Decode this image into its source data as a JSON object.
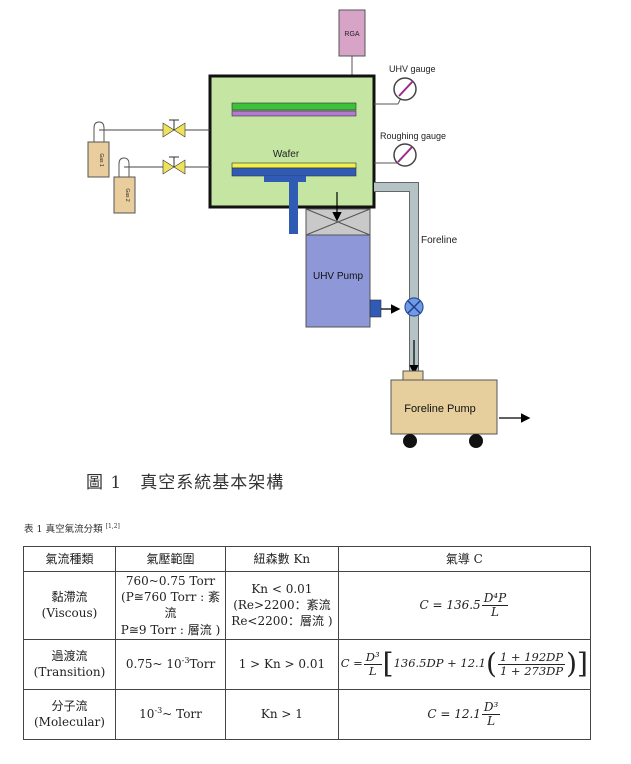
{
  "diagram": {
    "rga": "RGA",
    "uhv_gauge": "UHV gauge",
    "roughing_gauge": "Roughing gauge",
    "wafer": "Wafer",
    "foreline": "Foreline",
    "uhv_pump": "UHV Pump",
    "foreline_pump": "Foreline Pump",
    "gas1": "Gas 1",
    "gas2": "Gas 2",
    "colors": {
      "chamber": "#c5e5a3",
      "top_plate_green": "#3cc13a",
      "top_plate_purple": "#b27ad1",
      "wafer_yellow": "#f2ee4a",
      "wafer_blue": "#2f5bb5",
      "pump": "#8e98d8",
      "foreline_pump": "#e6cf9c",
      "rga": "#d7a3c7",
      "gas": "#e9cd9c",
      "pipe": "#b4c3c6"
    }
  },
  "figure_caption": "圖 1　真空系統基本架構",
  "table": {
    "caption": "表 1 真空氣流分類",
    "caption_ref": "[1,2]",
    "headers": [
      "氣流種類",
      "氣壓範圍",
      "紐森數 Kn",
      "氣導 C"
    ],
    "rows": [
      {
        "type_zh": "黏滯流",
        "type_en": "(Viscous)",
        "pressure_1": "760~0.75 Torr",
        "pressure_2": "(P≅760 Torr : 紊流",
        "pressure_3": "P≅9 Torr : 層流 )",
        "kn_1": "Kn < 0.01",
        "kn_2": "(Re>2200：紊流",
        "kn_3": "Re<2200：層流 )",
        "c_prefix": "C = 136.5",
        "c_num": "D⁴P",
        "c_den": "L"
      },
      {
        "type_zh": "過渡流",
        "type_en": "(Transition)",
        "pressure_base": "0.75~ 10",
        "pressure_exp": "-3",
        "pressure_unit": "Torr",
        "kn": "1 > Kn > 0.01",
        "c_prefix": "C =",
        "c_num": "D³",
        "c_den": "L",
        "c_inner": "136.5DP + 12.1",
        "c_inner_num": "1 + 192DP",
        "c_inner_den": "1 + 273DP"
      },
      {
        "type_zh": "分子流",
        "type_en": "(Molecular)",
        "pressure_base": "10",
        "pressure_exp": "-3",
        "pressure_unit": "~  Torr",
        "kn": "Kn > 1",
        "c_prefix": "C = 12.1",
        "c_num": "D³",
        "c_den": "L"
      }
    ]
  }
}
